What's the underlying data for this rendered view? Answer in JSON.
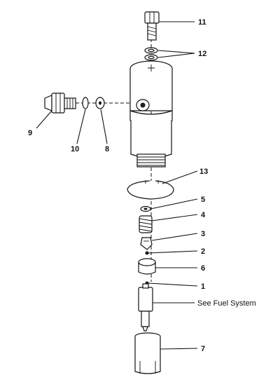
{
  "callouts": {
    "c1": "1",
    "c2": "2",
    "c3": "3",
    "c4": "4",
    "c5": "5",
    "c6": "6",
    "c7": "7",
    "c8": "8",
    "c9": "9",
    "c10": "10",
    "c11": "11",
    "c12": "12",
    "c13": "13"
  },
  "note": "See Fuel System"
}
